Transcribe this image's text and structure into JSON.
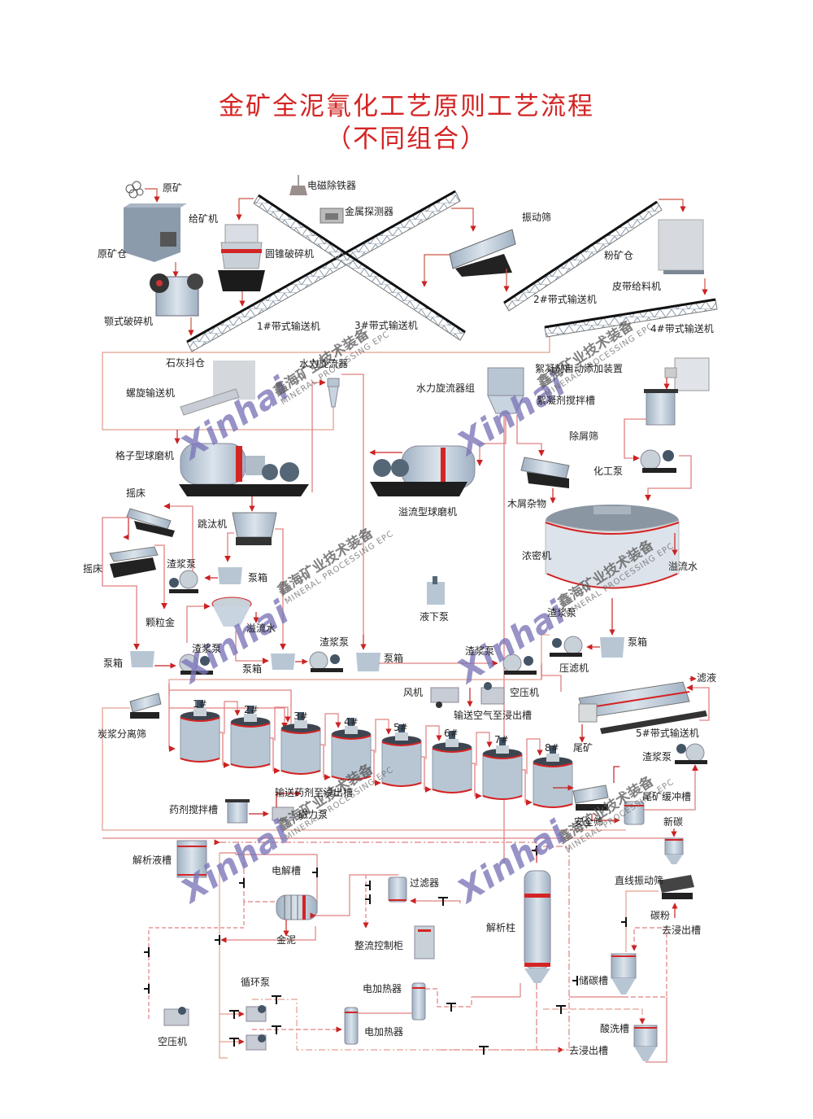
{
  "title": {
    "line1": "金矿全泥氰化工艺原则工艺流程",
    "line2": "（不同组合）",
    "color": "#d42424"
  },
  "colors": {
    "flow_line": "#e07070",
    "flow_line_alt": "#d9a080",
    "arrow": "#cc2222",
    "equipment": "#b8c6d4",
    "equipment_dark": "#333333",
    "accent_band": "#d42424",
    "watermark_logo": "#7a76b8"
  },
  "watermark": {
    "logo": "Xinhai",
    "cn": "鑫海矿业技术装备",
    "en": "MINERAL PROCESSING EPC"
  },
  "labels": {
    "raw_ore": "原矿",
    "feeder": "给矿机",
    "raw_ore_bin": "原矿仓",
    "jaw_crusher": "颚式破碎机",
    "magnetic_separator": "电磁除铁器",
    "metal_detector": "金属探测器",
    "cone_crusher": "圆锥破碎机",
    "belt1": "1#带式输送机",
    "belt3": "3#带式输送机",
    "vibrating_screen": "振动筛",
    "belt2": "2#带式输送机",
    "powder_bin": "粉矿仓",
    "belt_feeder": "皮带给料机",
    "belt4": "4#带式输送机",
    "lime_bin": "石灰抖仓",
    "screw_conveyor": "螺旋输送机",
    "hydrocyclone": "水力旋流器",
    "hydrocyclone_group": "水力旋流器组",
    "flocculant_auto": "絮凝剂自动添加装置",
    "flocculant_tank": "絮凝剂搅拌槽",
    "grate_ball_mill": "格子型球磨机",
    "overflow_ball_mill": "溢流型球磨机",
    "trash_screen": "除屑筛",
    "chemical_pump": "化工泵",
    "wood_chips": "木屑杂物",
    "shaking_table_1": "摇床",
    "shaking_table_2": "摇床",
    "jig": "跳汰机",
    "slurry_pump_a": "渣浆泵",
    "pump_box_a": "泵箱",
    "granular_gold": "颗粒金",
    "overflow_water_a": "溢流水",
    "thickener": "浓密机",
    "overflow_water_b": "溢流水",
    "submerged_pump": "液下泵",
    "slurry_pump_b": "渣浆泵",
    "pump_box_b": "泵箱",
    "filter_press": "压滤机",
    "pump_box_1": "泵箱",
    "slurry_pump_1": "渣浆泵",
    "pump_box_2": "泵箱",
    "slurry_pump_2": "渣浆泵",
    "pump_box_3": "泵箱",
    "slurry_pump_3": "渣浆泵",
    "filtrate": "滤液",
    "blower": "风机",
    "air_compressor_top": "空压机",
    "air_to_leach": "输送空气至浸出槽",
    "carbon_slurry_screen": "炭浆分离筛",
    "tank1": "1#",
    "tank2": "2#",
    "tank3": "3#",
    "tank4": "4#",
    "tank5": "5#",
    "tank6": "6#",
    "tank7": "7#",
    "tank8": "8#",
    "tailings": "尾矿",
    "belt5": "5#带式输送机",
    "slurry_pump_c": "渣浆泵",
    "reagent_tank": "药剂搅拌槽",
    "reagent_to_leach": "输送药剂至浸出槽",
    "magnetic_pump": "磁力泵",
    "tailings_buffer": "尾矿缓冲槽",
    "safety_screen": "安全筛",
    "new_carbon": "新碳",
    "desorption_tank": "解析液槽",
    "electrolytic_cell": "电解槽",
    "filter": "过滤器",
    "gold_mud": "金泥",
    "rectifier_cabinet": "整流控制柜",
    "desorption_column": "解析柱",
    "linear_vibrating_screen": "直线振动筛",
    "carbon_powder": "碳粉",
    "to_leach_a": "去浸出槽",
    "circulating_pump": "循环泵",
    "electric_heater_1": "电加热器",
    "electric_heater_2": "电加热器",
    "carbon_storage": "储碳槽",
    "acid_wash": "酸洗槽",
    "air_compressor_bottom": "空压机",
    "to_leach_b": "去浸出槽"
  }
}
